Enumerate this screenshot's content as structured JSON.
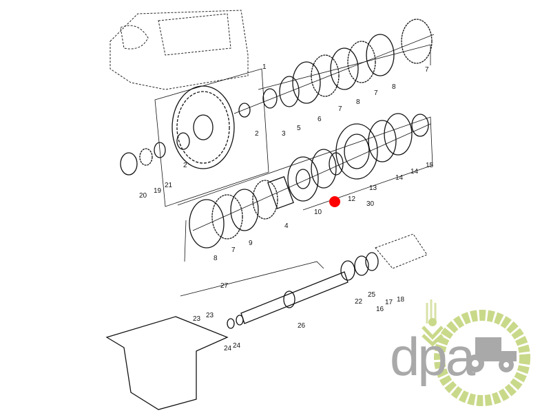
{
  "diagram": {
    "labels": [
      "1",
      "2",
      "3",
      "5",
      "6",
      "7",
      "8",
      "7",
      "8",
      "7",
      "20",
      "19",
      "21",
      "2",
      "10",
      "12",
      "30",
      "13",
      "14",
      "14",
      "15",
      "8",
      "7",
      "9",
      "4",
      "27",
      "23",
      "23",
      "24",
      "24",
      "26",
      "22",
      "25",
      "16",
      "17",
      "18"
    ],
    "marker_color": "#ff0000"
  },
  "logo": {
    "text": "dpa",
    "green": "#c9d98a",
    "grey": "#a9a9a9"
  }
}
